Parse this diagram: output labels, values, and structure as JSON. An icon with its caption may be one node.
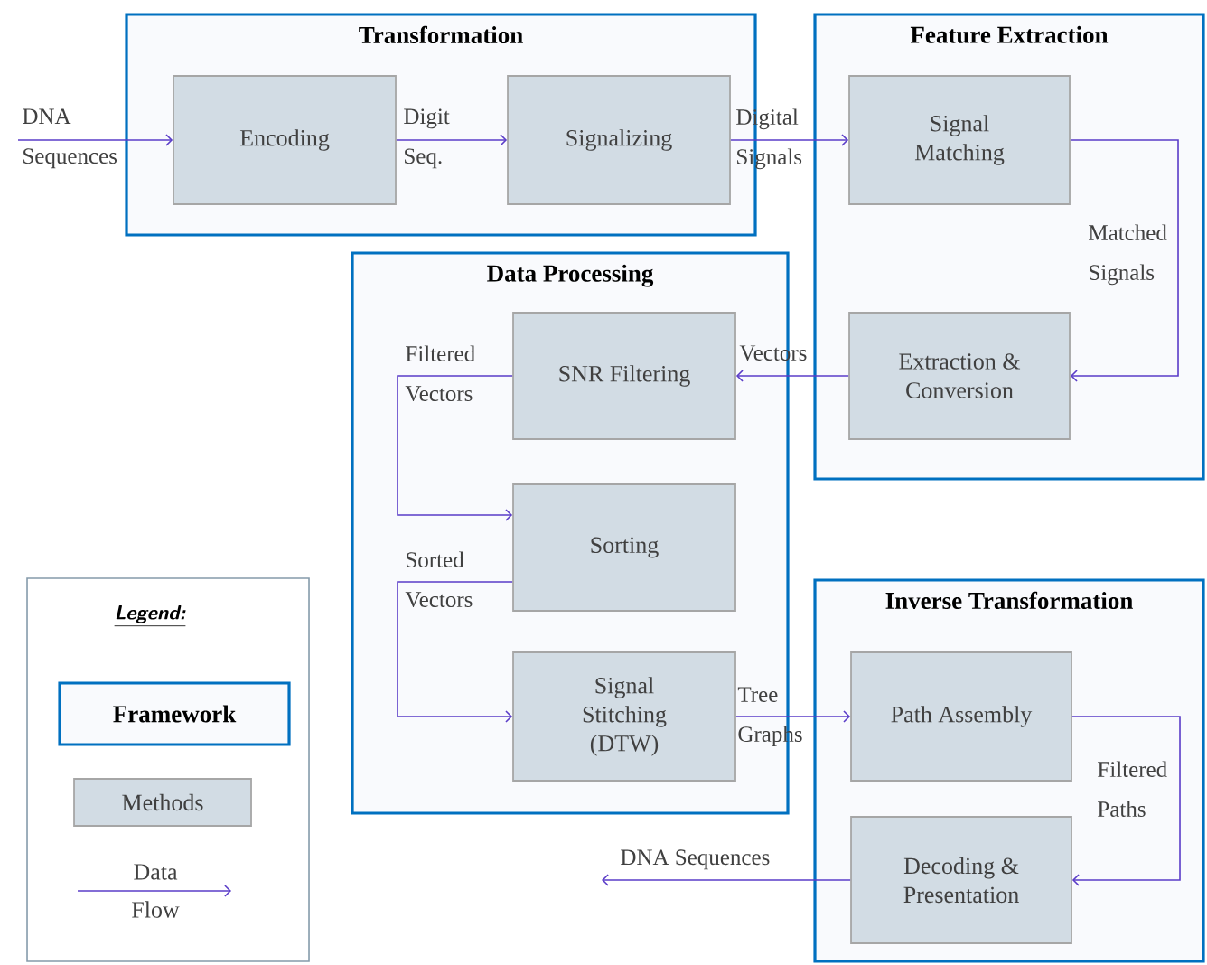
{
  "diagram": {
    "nodes": [
      {
        "text": [
          "Transformation"
        ]
      },
      {
        "text": [
          "Encoding"
        ],
        "in": 0
      },
      {
        "text": [
          "Signalizing"
        ],
        "in": 0
      },
      {
        "text": [
          "Feature Extraction"
        ]
      },
      {
        "text": [
          "Signal Matching"
        ],
        "in": 3
      },
      {
        "text": [
          "Extraction & Conversion"
        ],
        "in": 3
      },
      {
        "text": [
          "Data Processing"
        ]
      },
      {
        "text": [
          "SNR Filtering"
        ],
        "in": 6
      },
      {
        "text": [
          "Sorting"
        ],
        "in": 6
      },
      {
        "text": [
          "Signal Stitching (DTW)"
        ],
        "in": 6
      },
      {
        "text": [
          "Inverse Transformation"
        ]
      },
      {
        "text": [
          "Path Assembly"
        ],
        "in": 10
      },
      {
        "text": [
          "Decoding & Presentation"
        ],
        "in": 10
      }
    ],
    "edges": [
      {
        "from": null,
        "to": 1,
        "arrow": "to",
        "label": "DNA Sequences"
      },
      {
        "from": 1,
        "to": 2,
        "arrow": "to",
        "label": "Digit Seq."
      },
      {
        "from": 2,
        "to": 4,
        "arrow": "to",
        "label": "Digital Signals"
      },
      {
        "from": 4,
        "to": 5,
        "arrow": "to",
        "label": "Matched Signals"
      },
      {
        "from": 5,
        "to": 7,
        "arrow": "to",
        "label": "Vectors"
      },
      {
        "from": 7,
        "to": 8,
        "arrow": "to",
        "label": "Filtered Vectors"
      },
      {
        "from": 8,
        "to": 9,
        "arrow": "to",
        "label": "Sorted Vectors"
      },
      {
        "from": 9,
        "to": 11,
        "arrow": "to",
        "label": "Tree Graphs"
      },
      {
        "from": 11,
        "to": 12,
        "arrow": "to",
        "label": "Filtered Paths"
      },
      {
        "from": 12,
        "to": null,
        "arrow": "to",
        "label": "DNA Sequences"
      }
    ],
    "labels": [
      "Legend:"
    ],
    "legend": [
      {
        "text": "Framework"
      },
      {
        "text": "Methods"
      },
      {
        "text": "Data Flow"
      }
    ]
  }
}
